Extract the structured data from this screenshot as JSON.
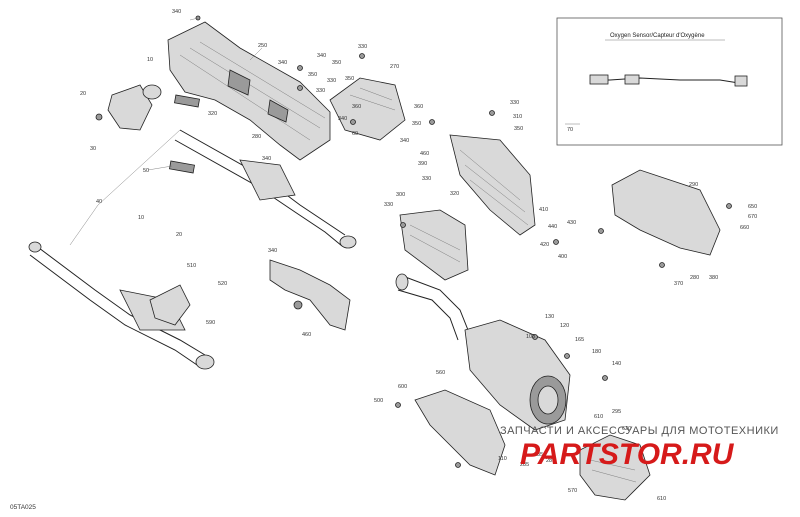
{
  "diagram_code": "05TA025",
  "inset": {
    "title": "Oxygen Sensor/Capteur d'Oxygène",
    "part_number": "70"
  },
  "watermark": {
    "line1": "ЗАПЧАСТИ И АКСЕССУАРЫ ДЛЯ МОТОТЕХНИКИ",
    "line2": "PARTSTOR.RU"
  },
  "callouts": [
    "340",
    "250",
    "10",
    "20",
    "30",
    "320",
    "340",
    "350",
    "340",
    "350",
    "330",
    "330",
    "270",
    "350",
    "330",
    "360",
    "340",
    "60",
    "280",
    "340",
    "360",
    "350",
    "390",
    "460",
    "330",
    "330",
    "320",
    "340",
    "300",
    "330",
    "310",
    "350",
    "410",
    "440",
    "420",
    "430",
    "400",
    "290",
    "650",
    "670",
    "660",
    "370",
    "280",
    "380",
    "10",
    "20",
    "510",
    "520",
    "590",
    "340",
    "460",
    "40",
    "50",
    "500",
    "500",
    "600",
    "560",
    "130",
    "120",
    "100",
    "165",
    "180",
    "140",
    "295",
    "610",
    "620",
    "110",
    "285",
    "285",
    "285",
    "570",
    "610"
  ]
}
